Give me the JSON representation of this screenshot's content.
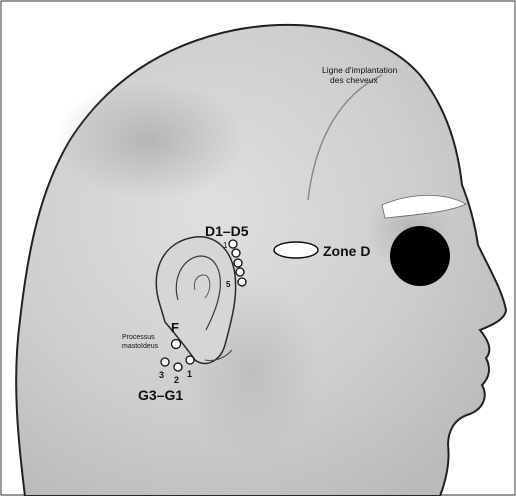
{
  "labels": {
    "hairline_line1": "Ligne d'implantation",
    "hairline_line2": "des cheveux",
    "d_group": "D1–D5",
    "d_first": "1",
    "d_last": "5",
    "zone_d": "Zone D",
    "f_point": "F",
    "mastoid_line1": "Processus",
    "mastoid_line2": "mastoïdeus",
    "g_group": "G3–G1",
    "g3": "3",
    "g2": "2",
    "g1": "1"
  },
  "colors": {
    "background": "#ffffff",
    "skin": "#dcdcdc",
    "skin_shadow": "#b5b5b5",
    "outline": "#1a1a1a",
    "eye_black": "#000000"
  },
  "icons": {
    "eye": "solid-black-circle",
    "zone_d_marker": "white-ellipse",
    "acupoint": "hollow-circle"
  }
}
